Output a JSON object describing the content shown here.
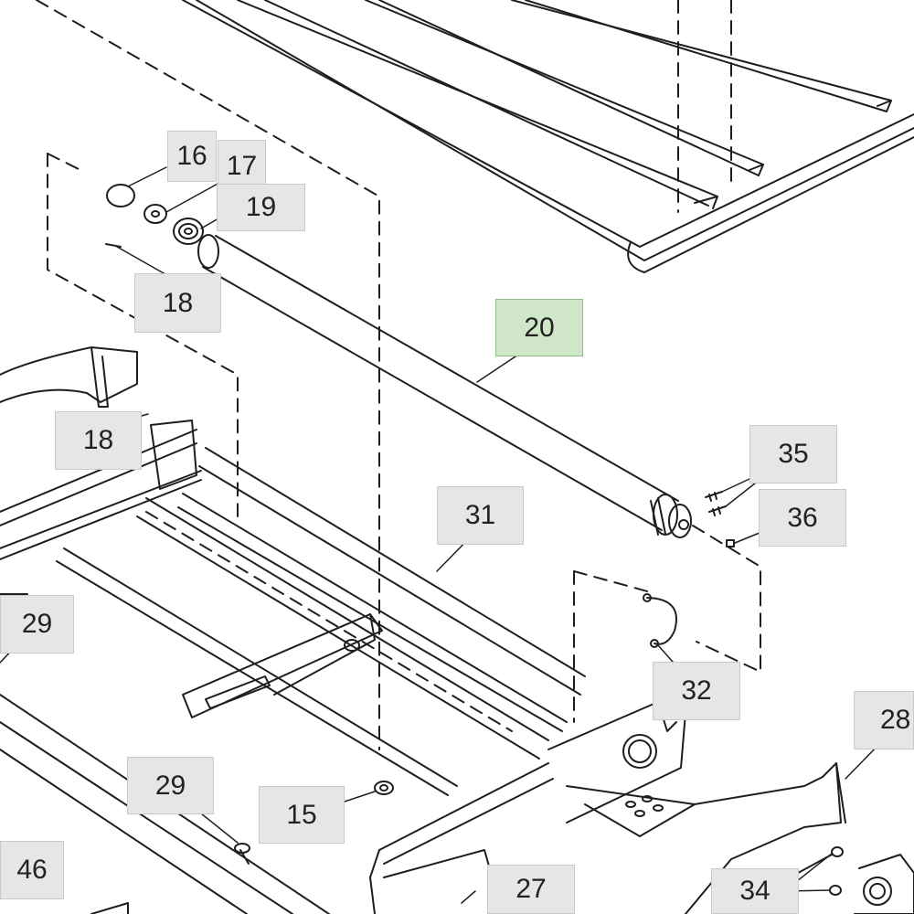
{
  "diagram": {
    "colors": {
      "line": "#1e1e1e",
      "callout_bg": "#e6e6e6",
      "callout_border": "#c9c9c9",
      "selected_bg": "#cfe6c8",
      "selected_border": "#8cc081"
    },
    "callouts": {
      "c16": "16",
      "c17": "17",
      "c19": "19",
      "c18a": "18",
      "c20": "20",
      "c18b": "18",
      "c35": "35",
      "c36": "36",
      "c31": "31",
      "c29a": "29",
      "c32": "32",
      "c28": "28",
      "c29b": "29",
      "c15": "15",
      "c46": "46",
      "c27": "27",
      "c34": "34"
    },
    "selected_part": "20"
  }
}
